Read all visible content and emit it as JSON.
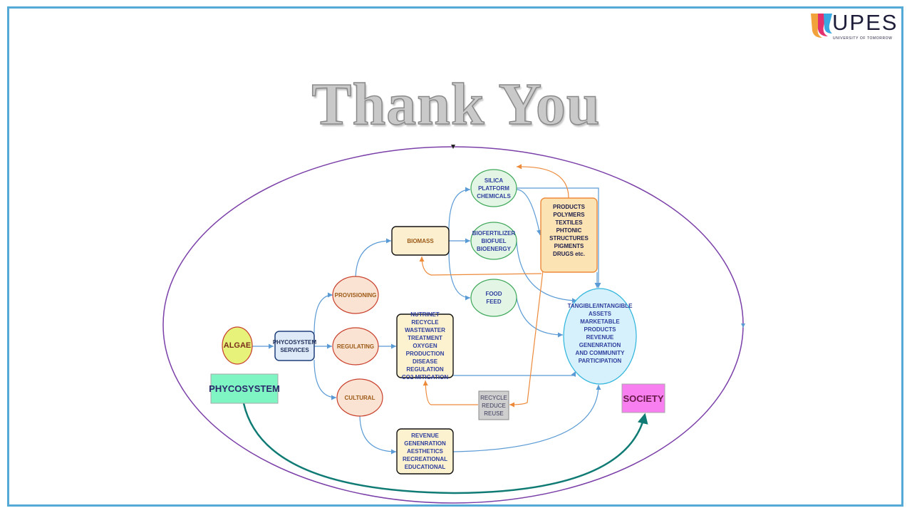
{
  "title": "Thank You",
  "logo": {
    "name": "UPES",
    "tagline": "UNIVERSITY OF TOMORROW"
  },
  "nodes": {
    "algae": "ALGAE",
    "phycosystem_services": "PHYCOSYSTEM\nSERVICES",
    "provisioning": "PROVISIONING",
    "regulating": "REGULATING",
    "cultural": "CULTURAL",
    "biomass": "BIOMASS",
    "silica": "SILICA\nPLATFORM\nCHEMICALS",
    "biofertilizer": "BIOFERTILIZER\nBIOFUEL\nBIOENERGY",
    "food": "FOOD\nFEED",
    "products": "PRODUCTS\nPOLYMERS\nTEXTILES\nPHTONIC STRUCTURES\nPIGMENTS\nDRUGS etc.",
    "nutrient": "NUTRINET RECYCLE\nWASTEWATER\nTREATMENT\nOXYGEN PRODUCTION\nDISEASE REGULATION\nCO2 MITIGATION",
    "recycle": "RECYCLE\nREDUCE\nREUSE",
    "revenue": "REVENUE\nGENENRATION\nAESTHETICS\nRECREATIONAL\nEDUCATIONAL",
    "tangible": "TANGIBLE/INTANGIBLE\nASSETS\nMARKETABLE PRODUCTS\nREVENUE GENENRATION\nAND COMMUNITY\nPARTICIPATION",
    "phycosystem": "PHYCOSYSTEM",
    "society": "SOCIETY"
  },
  "colors": {
    "frame": "#54a9d6",
    "ellipse": "#7a3fa8",
    "blue_arrow": "#5b9bd5",
    "orange_arrow": "#ed8a3a",
    "teal_arrow": "#0f7b74",
    "node_text": "#2f3f9e",
    "brown_text": "#9c5a17",
    "phycosystem_fill": "#7ff5c4",
    "society_fill": "#f77ff0"
  }
}
